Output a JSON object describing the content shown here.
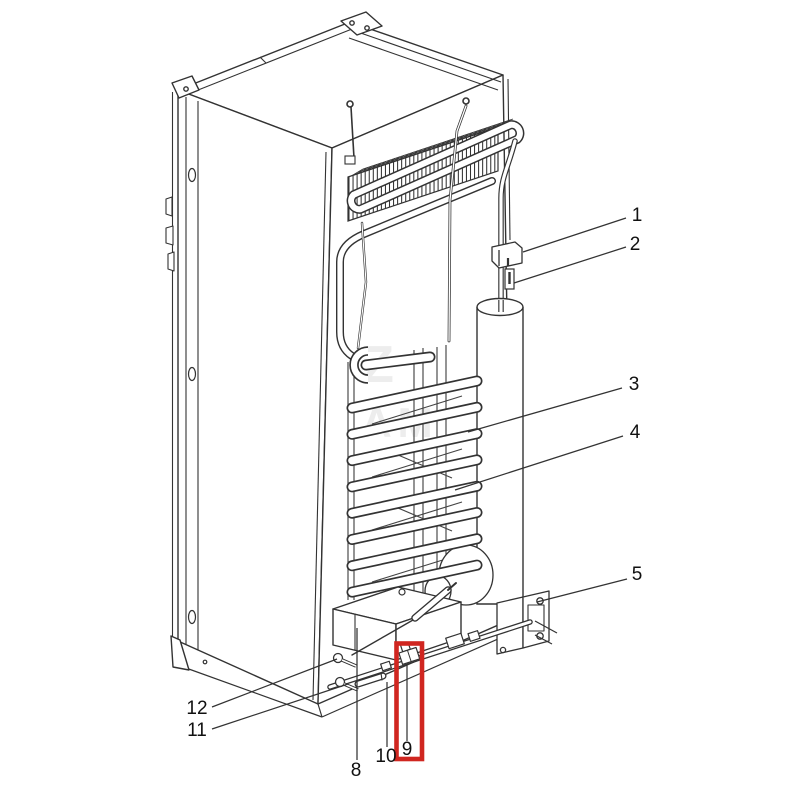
{
  "diagram": {
    "background": "#ffffff",
    "line_color": "#333333",
    "highlight_color": "#d02620",
    "watermark_top": "Z",
    "watermark_bottom": "AM",
    "selected_part": "9",
    "callouts": [
      {
        "label": "1"
      },
      {
        "label": "2"
      },
      {
        "label": "3"
      },
      {
        "label": "4"
      },
      {
        "label": "5"
      },
      {
        "label": "8"
      },
      {
        "label": "9"
      },
      {
        "label": "10"
      },
      {
        "label": "11"
      },
      {
        "label": "12"
      }
    ]
  }
}
